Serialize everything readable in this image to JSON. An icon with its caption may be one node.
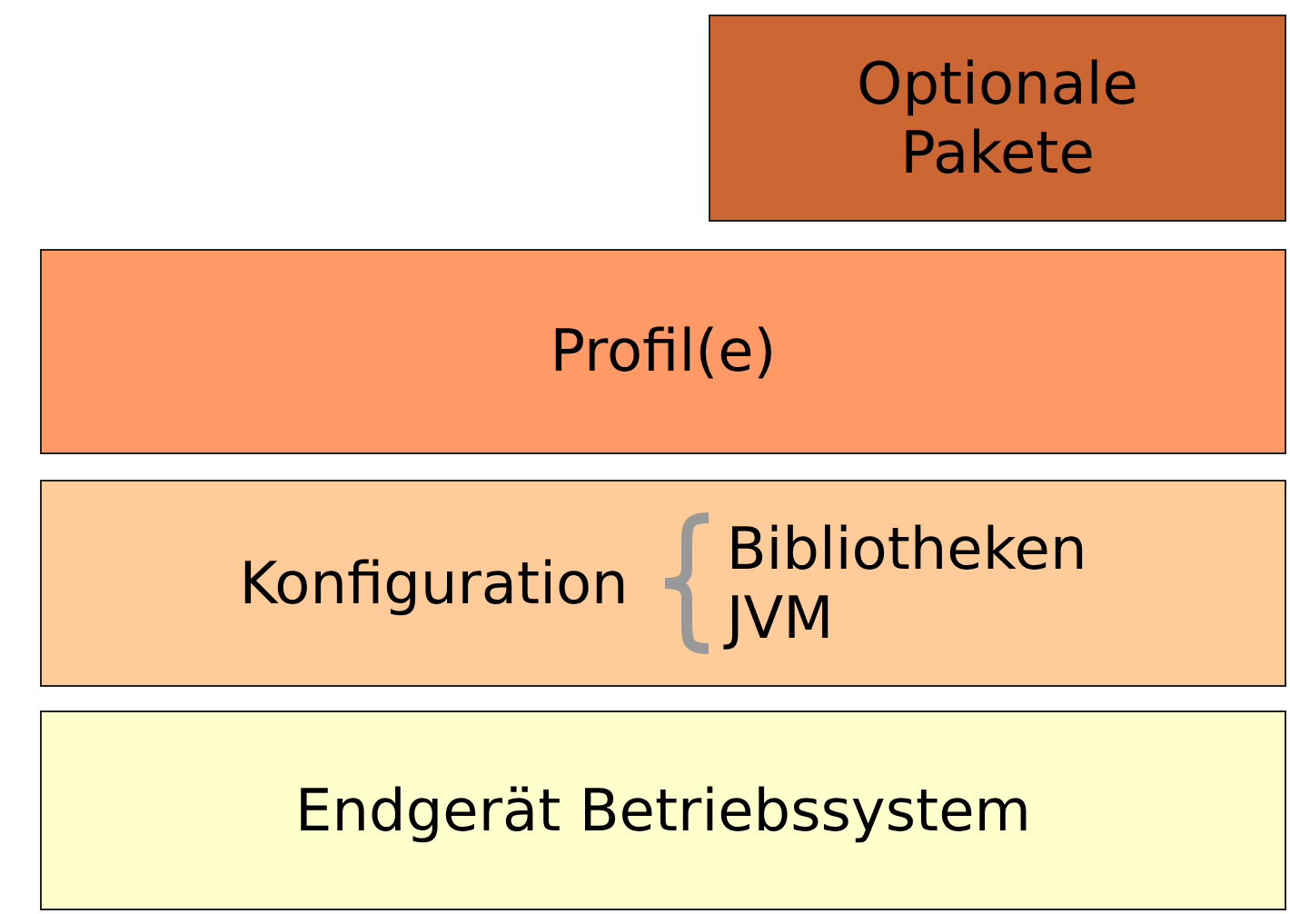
{
  "diagram": {
    "nodes": [
      {
        "text": [
          "Optionale Pakete"
        ]
      },
      {
        "text": [
          "Profil(e)"
        ]
      },
      {
        "text": [
          "Konfiguration",
          "Bibliotheken",
          "JVM"
        ]
      },
      {
        "text": [
          "Endgerät Betriebssystem"
        ]
      }
    ]
  }
}
